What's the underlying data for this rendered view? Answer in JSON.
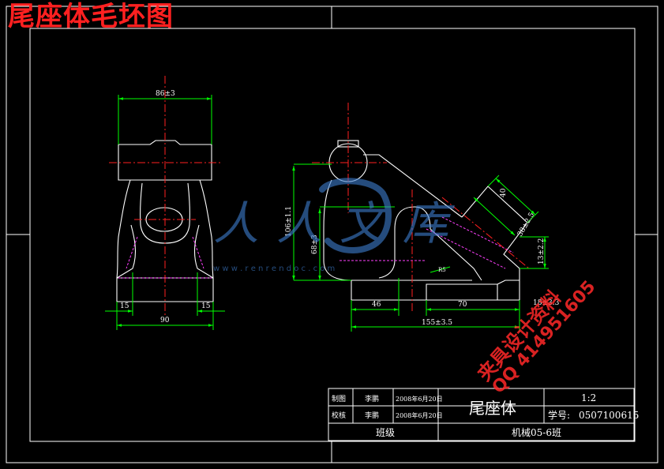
{
  "drawing_title": "尾座体毛坯图",
  "watermark": {
    "brand_text": "人人文库",
    "url_text": "w w w . r e n r e n d o c . c o m",
    "promo_line1": "夹具设计资料",
    "promo_line2": "QQ 414951605"
  },
  "dimensions": {
    "front_top_width": "86±3",
    "front_left_small": "15",
    "front_right_small": "15",
    "front_base_width": "90",
    "side_height_total": "106±1.1",
    "side_height_mid": "68±3",
    "side_slot_width": "46",
    "side_base_right": "70",
    "side_base_total": "155±3.5",
    "side_angle_width": "40",
    "side_angle_len": "38±2.5",
    "side_right_height": "13±2.2",
    "side_right_width": "18±3.3",
    "side_hole_radius": "R5"
  },
  "title_block": {
    "row1_role": "制图",
    "row1_name": "李鹏",
    "row1_date": "2008年6月20日",
    "row2_role": "校核",
    "row2_name": "李鹏",
    "row2_date": "2008年6月20日",
    "part_name": "尾座体",
    "scale": "1:2",
    "student_id_label": "学号:",
    "student_id": "0507100615",
    "class_label": "班级",
    "class_value": "机械05-6班"
  },
  "colors": {
    "background": "#000000",
    "outline": "#ffffff",
    "dimension": "#00ff00",
    "centerline": "#ff2020",
    "hidden": "#ff40ff",
    "watermark": "#3f7fd0"
  }
}
